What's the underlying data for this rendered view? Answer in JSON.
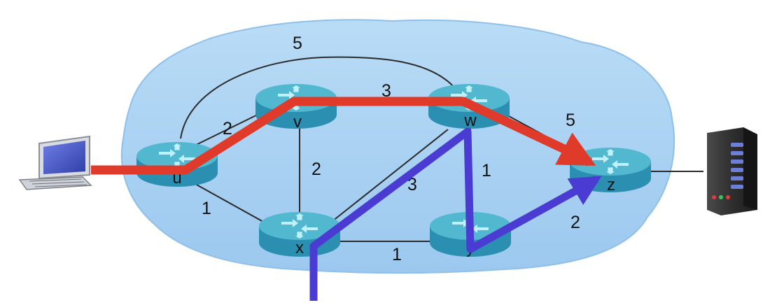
{
  "colors": {
    "cloud": "#a9d3f3",
    "cloud_edge": "#7fb6e6",
    "link": "#2b2b2b",
    "router_top": "#52b8cf",
    "router_side": "#2a8fb0",
    "arrow_tf": "#5dc7e0",
    "path_red": "#e03a2a",
    "path_blue": "#4a3bd3"
  },
  "nodes": [
    {
      "id": "u",
      "label": "u"
    },
    {
      "id": "v",
      "label": "v"
    },
    {
      "id": "w",
      "label": "w"
    },
    {
      "id": "x",
      "label": "x"
    },
    {
      "id": "y",
      "label": "y"
    },
    {
      "id": "z",
      "label": "z"
    }
  ],
  "links": [
    {
      "id": "u-v",
      "weight": "2"
    },
    {
      "id": "u-w",
      "weight": "5"
    },
    {
      "id": "u-x",
      "weight": "1"
    },
    {
      "id": "v-w",
      "weight": "3"
    },
    {
      "id": "v-x",
      "weight": "2"
    },
    {
      "id": "x-w",
      "weight": "3"
    },
    {
      "id": "w-y",
      "weight": "1"
    },
    {
      "id": "w-z",
      "weight": "5"
    },
    {
      "id": "x-y",
      "weight": "1"
    },
    {
      "id": "y-z",
      "weight": "2"
    }
  ],
  "devices": {
    "client": "laptop-computer-icon",
    "server": "server-tower-icon"
  }
}
